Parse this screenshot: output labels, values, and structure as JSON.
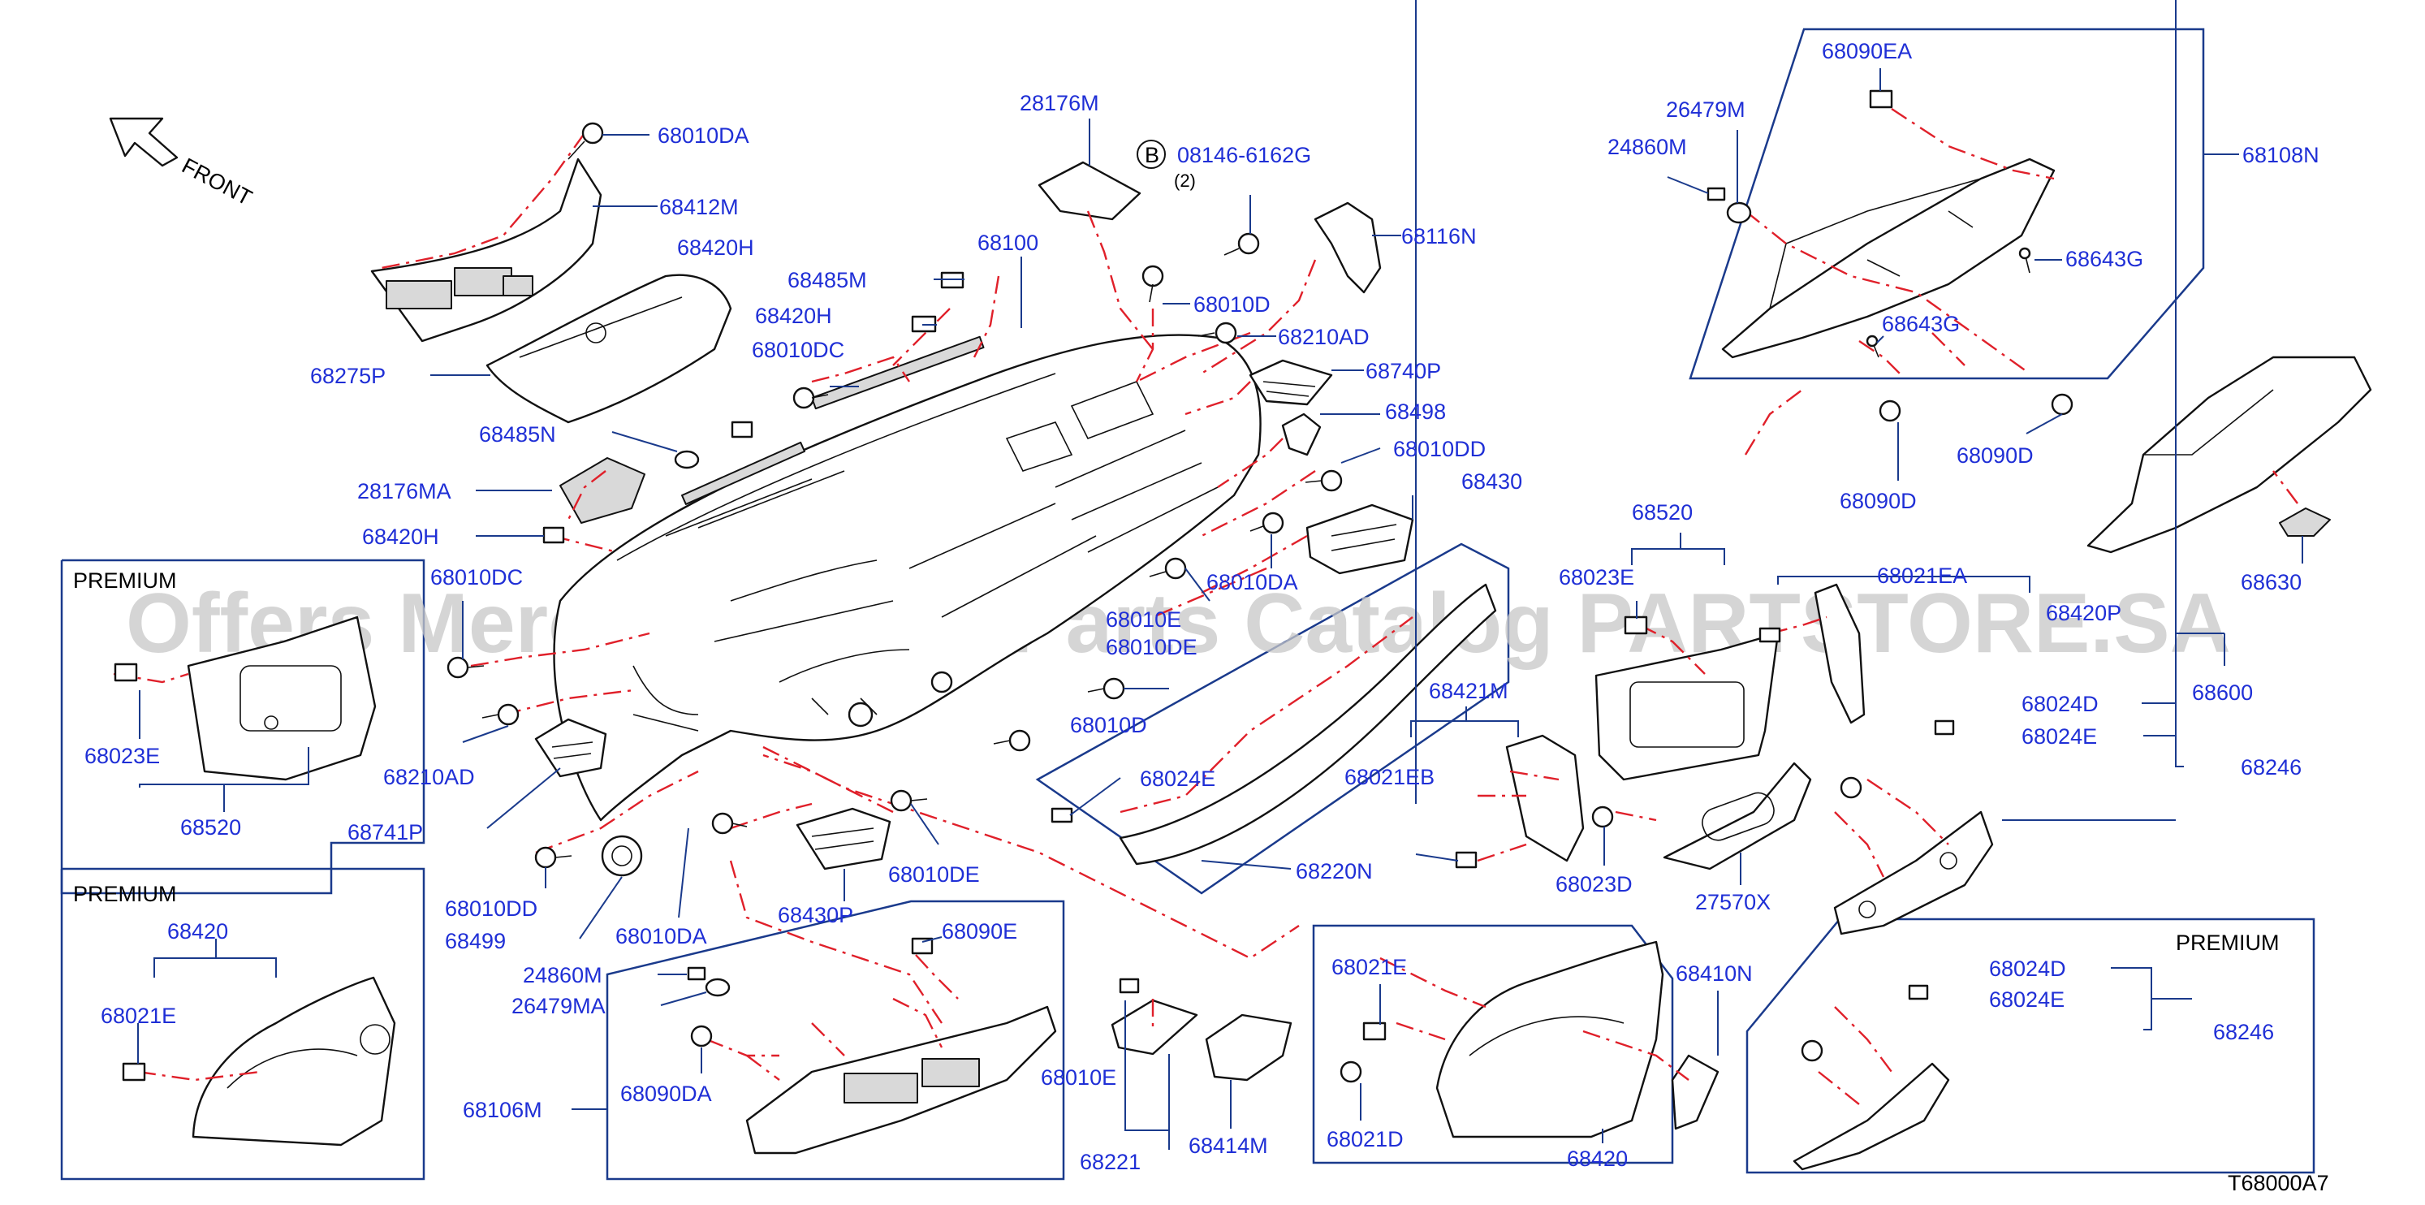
{
  "diagram": {
    "code": "T68000A7",
    "watermark": "Offers Merchant Auto Parts Catalog PARTSTORE.SA",
    "front_label": "FRONT",
    "bolt_symbol": "B",
    "bolt_qty": "(2)",
    "premium_label": "PREMIUM"
  },
  "parts": {
    "p68010DA_a": "68010DA",
    "p68412M": "68412M",
    "p68420H_a": "68420H",
    "p68275P": "68275P",
    "p28176M": "28176M",
    "p08146": "08146-6162G",
    "p68100": "68100",
    "p68116N": "68116N",
    "p68485M": "68485M",
    "p68010D_a": "68010D",
    "p68420H_b": "68420H",
    "p68210AD_a": "68210AD",
    "p68010DC_a": "68010DC",
    "p68740P": "68740P",
    "p68498": "68498",
    "p68485N": "68485N",
    "p68010DD_a": "68010DD",
    "p28176MA": "28176MA",
    "p68430": "68430",
    "p68420H_c": "68420H",
    "p68010DC_b": "68010DC",
    "p68010DA_b": "68010DA",
    "p68010E_a": "68010E",
    "p68010DE_a": "68010DE",
    "p68023E_a": "68023E",
    "p68520_a": "68520",
    "p68210AD_b": "68210AD",
    "p68010D_b": "68010D",
    "p68741P": "68741P",
    "p68010DE_b": "68010DE",
    "p68010DD_b": "68010DD",
    "p68430P": "68430P",
    "p68499": "68499",
    "p68010DA_c": "68010DA",
    "p68420_a": "68420",
    "p68021E_a": "68021E",
    "p24860M_b": "24860M",
    "p26479MA": "26479MA",
    "p68090E": "68090E",
    "p68106M": "68106M",
    "p68090DA": "68090DA",
    "p68010E_b": "68010E",
    "p68221": "68221",
    "p68414M": "68414M",
    "p68090EA": "68090EA",
    "p26479M": "26479M",
    "p24860M_a": "24860M",
    "p68108N": "68108N",
    "p68643G_a": "68643G",
    "p68643G_b": "68643G",
    "p68090D_a": "68090D",
    "p68090D_b": "68090D",
    "p68520_b": "68520",
    "p68023E_b": "68023E",
    "p68021EA": "68021EA",
    "p68420P": "68420P",
    "p68630": "68630",
    "p68600": "68600",
    "p68421M": "68421M",
    "p68021EB": "68021EB",
    "p68024E_a": "68024E",
    "p68220N": "68220N",
    "p68023D": "68023D",
    "p27570X": "27570X",
    "p68024D_a": "68024D",
    "p68024E_b": "68024E",
    "p68246_a": "68246",
    "p68021E_b": "68021E",
    "p68410N": "68410N",
    "p68021D": "68021D",
    "p68420_b": "68420",
    "p68024D_b": "68024D",
    "p68024E_c": "68024E",
    "p68246_b": "68246"
  }
}
